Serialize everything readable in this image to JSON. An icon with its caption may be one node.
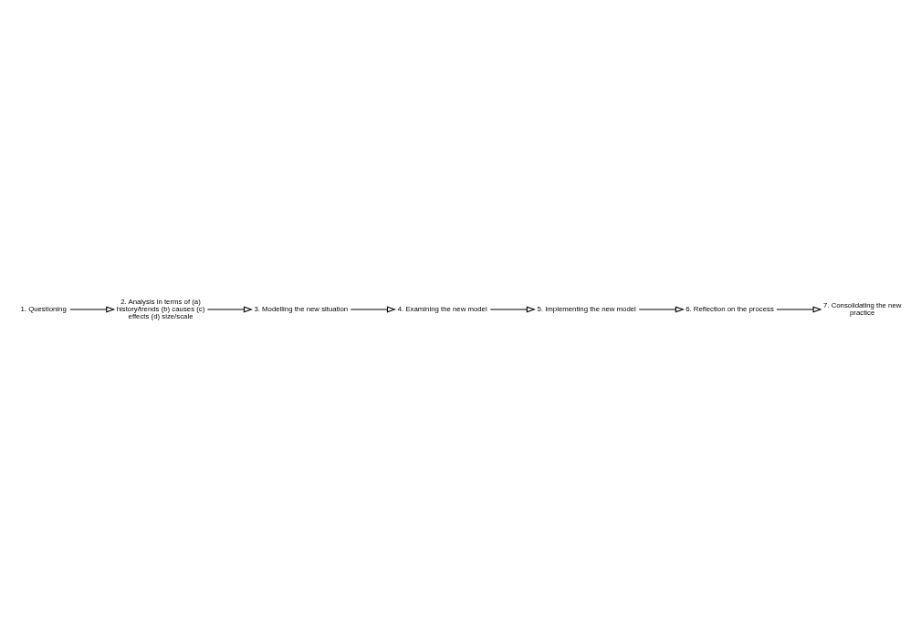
{
  "diagram": {
    "nodes": [
      {
        "text": [
          "1. Questioning"
        ]
      },
      {
        "text": [
          "2. Analysis in terms of (a) history/trends (b) causes (c) effects (d) size/scale"
        ]
      },
      {
        "text": [
          "3. Modelling the new situation"
        ]
      },
      {
        "text": [
          "4. Examining the new model"
        ]
      },
      {
        "text": [
          "5. Implementing the new model"
        ]
      },
      {
        "text": [
          "6. Reflection on the process"
        ]
      },
      {
        "text": [
          "7. Consolidating the new practice"
        ]
      }
    ],
    "edges": [
      {
        "from": 0,
        "to": 1,
        "arrow": "to"
      },
      {
        "from": 1,
        "to": 2,
        "arrow": "to"
      },
      {
        "from": 2,
        "to": 3,
        "arrow": "to"
      },
      {
        "from": 3,
        "to": 4,
        "arrow": "to"
      },
      {
        "from": 4,
        "to": 5,
        "arrow": "to"
      },
      {
        "from": 5,
        "to": 6,
        "arrow": "to"
      }
    ]
  }
}
